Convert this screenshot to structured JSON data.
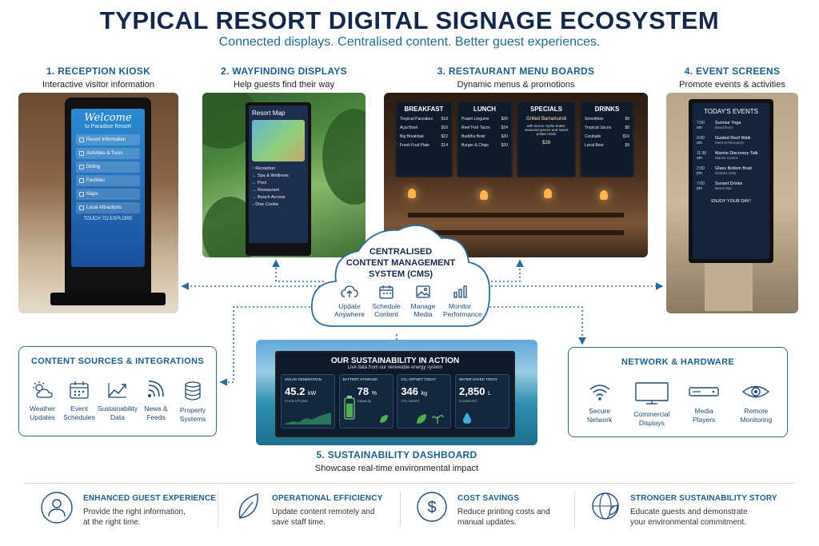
{
  "title": "TYPICAL RESORT DIGITAL SIGNAGE ECOSYSTEM",
  "subtitle": "Connected displays. Centralised content. Better guest experiences.",
  "panels": {
    "reception": {
      "heading": "1. RECEPTION KIOSK",
      "subheading": "Interactive visitor information",
      "screen_title": "Welcome",
      "screen_subtitle": "to Paradise Resort",
      "menu": [
        "Resort Information",
        "Activities & Tours",
        "Dining",
        "Facilities",
        "Maps",
        "Local Attractions"
      ],
      "footer": "TOUCH TO EXPLORE"
    },
    "wayfinding": {
      "heading": "2. WAYFINDING DISPLAYS",
      "subheading": "Help guests find their way",
      "screen_title": "Resort Map",
      "items": [
        "Reception",
        "Spa & Wellness",
        "Pool",
        "Restaurant",
        "Beach Access",
        "Dive Centre"
      ]
    },
    "restaurant": {
      "heading": "3. RESTAURANT MENU BOARDS",
      "subheading": "Dynamic menus & promotions",
      "boards": [
        {
          "title": "BREAKFAST",
          "rows": [
            [
              "Tropical Pancakes",
              "$18"
            ],
            [
              "Açai Bowl",
              "$16"
            ],
            [
              "Big Breakfast",
              "$22"
            ],
            [
              "Fresh Fruit Plate",
              "$14"
            ]
          ]
        },
        {
          "title": "LUNCH",
          "rows": [
            [
              "Prawn Linguine",
              "$26"
            ],
            [
              "Reef Fish Tacos",
              "$24"
            ],
            [
              "Buddha Bowl",
              "$20"
            ],
            [
              "Burger & Chips",
              "$20"
            ]
          ]
        },
        {
          "title": "DRINKS",
          "rows": [
            [
              "Smoothies",
              "$9"
            ],
            [
              "Tropical Juices",
              "$8"
            ],
            [
              "Cocktails",
              "$16"
            ],
            [
              "Local Beer",
              "$9"
            ]
          ]
        }
      ],
      "specials": {
        "title": "SPECIALS",
        "dish": "Grilled Barramundi",
        "desc": "with lemon myrtle butter, seasonal greens and sweet potato mash",
        "price": "$28"
      }
    },
    "event": {
      "heading": "4. EVENT SCREENS",
      "subheading": "Promote events & activities",
      "screen_title": "TODAY'S EVENTS",
      "events": [
        {
          "time": "7:00 am",
          "name": "Sunrise Yoga",
          "place": "Beachfront"
        },
        {
          "time": "9:00 am",
          "name": "Guided Reef Walk",
          "place": "Meet at Reception"
        },
        {
          "time": "11:30 am",
          "name": "Marine Discovery Talk",
          "place": "Marine Centre"
        },
        {
          "time": "2:00 pm",
          "name": "Glass Bottom Boat",
          "place": "Departs Jetty"
        },
        {
          "time": "7:00 pm",
          "name": "Sunset Drinks",
          "place": "Beach Bar"
        }
      ],
      "footer": "ENJOY YOUR DAY!"
    }
  },
  "cms": {
    "title_lines": [
      "CENTRALISED",
      "CONTENT MANAGEMENT",
      "SYSTEM (CMS)"
    ],
    "tools": [
      {
        "icon": "cloud-upload-icon",
        "l1": "Update",
        "l2": "Anywhere"
      },
      {
        "icon": "calendar-icon",
        "l1": "Schedule",
        "l2": "Content"
      },
      {
        "icon": "image-icon",
        "l1": "Manage",
        "l2": "Media"
      },
      {
        "icon": "bar-chart-icon",
        "l1": "Monitor",
        "l2": "Performance"
      }
    ]
  },
  "content_sources": {
    "heading": "CONTENT SOURCES & INTEGRATIONS",
    "items": [
      {
        "icon": "weather-icon",
        "l1": "Weather",
        "l2": "Updates"
      },
      {
        "icon": "calendar-icon",
        "l1": "Event",
        "l2": "Schedules"
      },
      {
        "icon": "line-chart-icon",
        "l1": "Sustainability",
        "l2": "Data"
      },
      {
        "icon": "rss-feed-icon",
        "l1": "News &",
        "l2": "Feeds"
      },
      {
        "icon": "database-icon",
        "l1": "Property",
        "l2": "Systems"
      }
    ]
  },
  "network": {
    "heading": "NETWORK & HARDWARE",
    "items": [
      {
        "icon": "wifi-icon",
        "l1": "Secure",
        "l2": "Network"
      },
      {
        "icon": "monitor-icon",
        "l1": "Commercial",
        "l2": "Displays"
      },
      {
        "icon": "media-player-icon",
        "l1": "Media",
        "l2": "Players"
      },
      {
        "icon": "eye-icon",
        "l1": "Remote",
        "l2": "Monitoring"
      }
    ]
  },
  "dashboard": {
    "heading": "5. SUSTAINABILITY DASHBOARD",
    "subheading": "Showcase real-time environmental impact",
    "screen_title": "OUR SUSTAINABILITY IN ACTION",
    "screen_subtitle": "Live data from our renewable energy system",
    "cards": [
      {
        "label": "SOLAR GENERATION",
        "value": "45.2",
        "unit": "kW",
        "sub": "Current Power"
      },
      {
        "label": "BATTERY STORAGE",
        "value": "78",
        "unit": "%",
        "sub": "Capacity"
      },
      {
        "label": "CO₂ OFFSET TODAY",
        "value": "346",
        "unit": "kg",
        "sub": "CO₂ Saved"
      },
      {
        "label": "WATER SAVED TODAY",
        "value": "2,850",
        "unit": "L",
        "sub": "Conserved"
      }
    ],
    "battery_level": 0.78
  },
  "benefits": [
    {
      "icon": "person-icon",
      "title": "ENHANCED GUEST EXPERIENCE",
      "desc": "Provide the right information,\nat the right time."
    },
    {
      "icon": "leaf-icon",
      "title": "OPERATIONAL EFFICIENCY",
      "desc": "Update content remotely and\nsave staff time."
    },
    {
      "icon": "dollar-icon",
      "title": "COST SAVINGS",
      "desc": "Reduce printing costs and\nmanual updates."
    },
    {
      "icon": "globe-leaf-icon",
      "title": "STRONGER SUSTAINABILITY STORY",
      "desc": "Educate guests and demonstrate\nyour environmental commitment."
    }
  ],
  "colors": {
    "accent": "#1a5f8a",
    "title": "#14284b",
    "subtitle": "#1d6f8c",
    "connector": "#2b6e9c"
  }
}
